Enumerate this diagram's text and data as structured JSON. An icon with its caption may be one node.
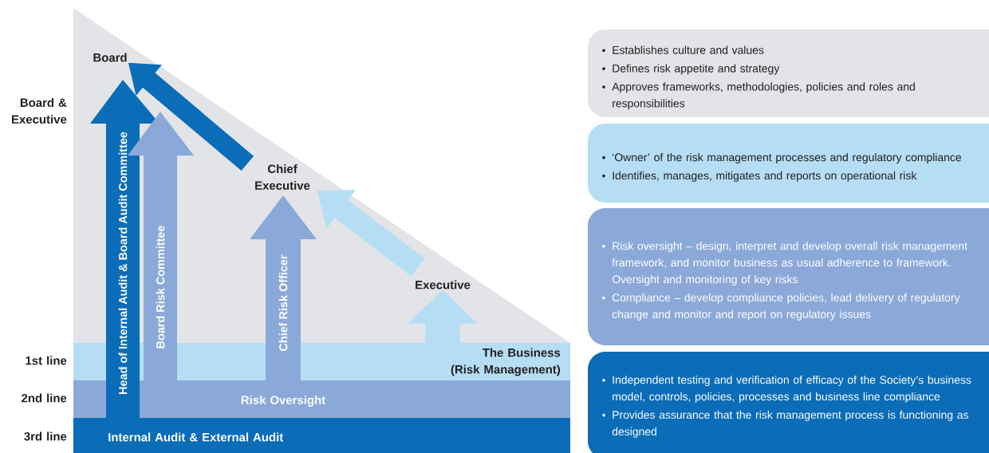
{
  "diagram": {
    "nodes": [
      {
        "text": [
          "Board"
        ]
      },
      {
        "text": [
          "Chief Executive"
        ]
      },
      {
        "text": [
          "Executive"
        ]
      },
      {
        "text": [
          "Head of Internal Audit & Board Audit Committee"
        ]
      },
      {
        "text": [
          "Board Risk Committee"
        ]
      },
      {
        "text": [
          "Chief Risk Officer"
        ]
      },
      {
        "text": [
          "The Business (Risk Management)"
        ]
      },
      {
        "text": [
          "Risk Oversight"
        ]
      },
      {
        "text": [
          "Internal Audit & External Audit"
        ]
      },
      {
        "text": [
          "Establishes culture and values",
          "Defines risk appetite and strategy",
          "Approves frameworks, methodologies, policies and roles and responsibilities"
        ]
      },
      {
        "text": [
          "‘Owner’ of the risk management processes and regulatory compliance",
          "Identifies, manages, mitigates and reports on operational risk"
        ]
      },
      {
        "text": [
          "Risk oversight – design, interpret and develop overall risk management framework, and monitor business as usual adherence to framework. Oversight and monitoring of key risks",
          "Compliance – develop compliance policies, lead delivery of regulatory change and monitor and report on regulatory issues"
        ]
      },
      {
        "text": [
          "Independent testing and verification of efficacy of the Society’s business model, controls, policies, processes and business line compliance",
          "Provides assurance that the risk management process is functioning as designed"
        ]
      }
    ],
    "edges": [
      {
        "from": 1,
        "to": 0,
        "arrow": "to",
        "color": "#0b6cb7"
      },
      {
        "from": 2,
        "to": 1,
        "arrow": "to"
      },
      {
        "from": 6,
        "to": 2,
        "arrow": "to"
      }
    ],
    "labels": [
      "Board & Executive",
      "1st line",
      "2nd line",
      "3rd line"
    ]
  }
}
